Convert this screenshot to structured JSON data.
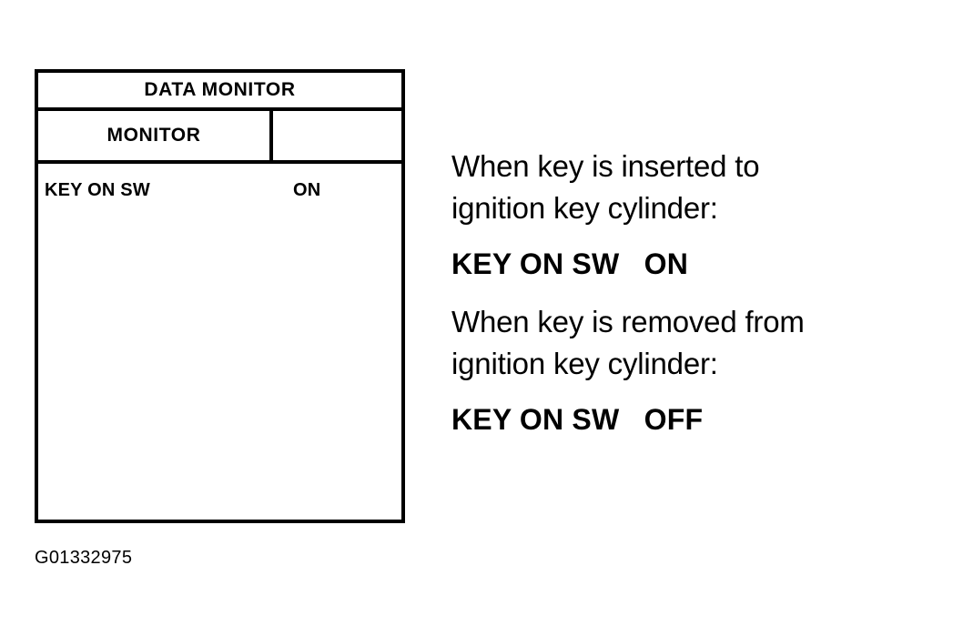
{
  "figure": {
    "caption_id": "G01332975",
    "ink_color": "#000000",
    "background_color": "#ffffff"
  },
  "monitor_table": {
    "title": "DATA MONITOR",
    "subheader": {
      "left": "MONITOR",
      "right": ""
    },
    "rows": [
      {
        "label": "KEY ON SW",
        "value": "ON"
      }
    ]
  },
  "notes": [
    {
      "condition_lines": [
        "When key is inserted to",
        "ignition key cylinder:"
      ],
      "result_label": "KEY ON SW",
      "result_value": "ON"
    },
    {
      "condition_lines": [
        "When key is removed from",
        "ignition key cylinder:"
      ],
      "result_label": "KEY ON SW",
      "result_value": "OFF"
    }
  ]
}
